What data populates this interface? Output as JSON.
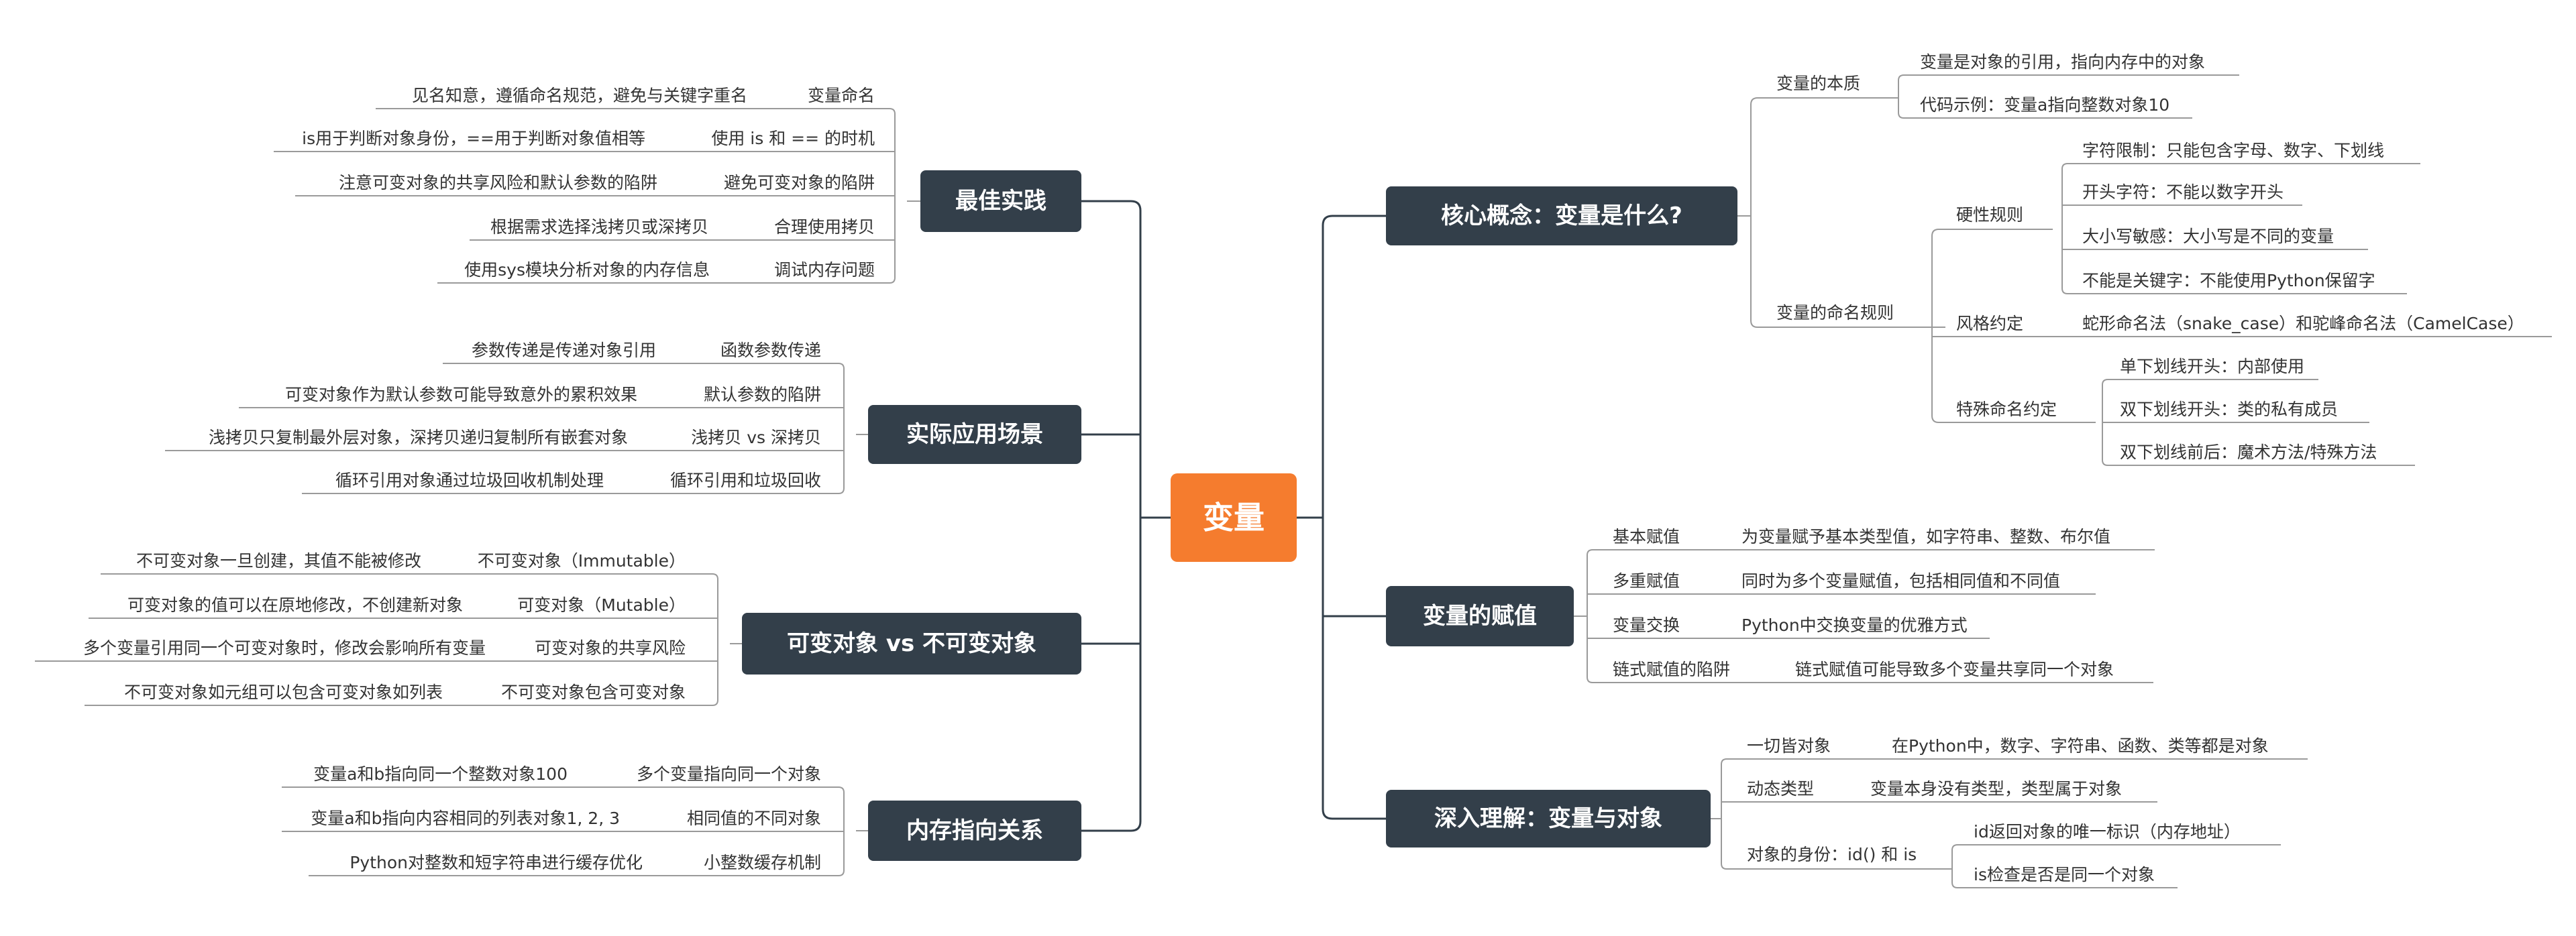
{
  "center": "变量",
  "right": [
    {
      "title": "核心概念：变量是什么?",
      "children": [
        {
          "label": "变量的本质",
          "children": [
            {
              "label": "变量是对象的引用，指向内存中的对象"
            },
            {
              "label": "代码示例：变量a指向整数对象10"
            }
          ]
        },
        {
          "label": "变量的命名规则",
          "children": [
            {
              "label": "硬性规则",
              "children": [
                {
                  "label": "字符限制：只能包含字母、数字、下划线"
                },
                {
                  "label": "开头字符：不能以数字开头"
                },
                {
                  "label": "大小写敏感：大小写是不同的变量"
                },
                {
                  "label": "不能是关键字：不能使用Python保留字"
                }
              ]
            },
            {
              "label": "风格约定",
              "children": [
                {
                  "label": "蛇形命名法（snake_case）和驼峰命名法（CamelCase）"
                }
              ]
            },
            {
              "label": "特殊命名约定",
              "children": [
                {
                  "label": "单下划线开头：内部使用"
                },
                {
                  "label": "双下划线开头：类的私有成员"
                },
                {
                  "label": "双下划线前后：魔术方法/特殊方法"
                }
              ]
            }
          ]
        }
      ]
    },
    {
      "title": "变量的赋值",
      "children": [
        {
          "label": "基本赋值",
          "children": [
            {
              "label": "为变量赋予基本类型值，如字符串、整数、布尔值"
            }
          ]
        },
        {
          "label": "多重赋值",
          "children": [
            {
              "label": "同时为多个变量赋值，包括相同值和不同值"
            }
          ]
        },
        {
          "label": "变量交换",
          "children": [
            {
              "label": "Python中交换变量的优雅方式"
            }
          ]
        },
        {
          "label": "链式赋值的陷阱",
          "children": [
            {
              "label": "链式赋值可能导致多个变量共享同一个对象"
            }
          ]
        }
      ]
    },
    {
      "title": "深入理解：变量与对象",
      "children": [
        {
          "label": "一切皆对象",
          "children": [
            {
              "label": "在Python中，数字、字符串、函数、类等都是对象"
            }
          ]
        },
        {
          "label": "动态类型",
          "children": [
            {
              "label": "变量本身没有类型，类型属于对象"
            }
          ]
        },
        {
          "label": "对象的身份：id() 和 is",
          "children": [
            {
              "label": "id返回对象的唯一标识（内存地址）"
            },
            {
              "label": "is检查是否是同一个对象"
            }
          ]
        }
      ]
    }
  ],
  "left": [
    {
      "title": "最佳实践",
      "children": [
        {
          "label": "变量命名",
          "children": [
            {
              "label": "见名知意，遵循命名规范，避免与关键字重名"
            }
          ]
        },
        {
          "label": "使用 is 和 == 的时机",
          "children": [
            {
              "label": "is用于判断对象身份，==用于判断对象值相等"
            }
          ]
        },
        {
          "label": "避免可变对象的陷阱",
          "children": [
            {
              "label": "注意可变对象的共享风险和默认参数的陷阱"
            }
          ]
        },
        {
          "label": "合理使用拷贝",
          "children": [
            {
              "label": "根据需求选择浅拷贝或深拷贝"
            }
          ]
        },
        {
          "label": "调试内存问题",
          "children": [
            {
              "label": "使用sys模块分析对象的内存信息"
            }
          ]
        }
      ]
    },
    {
      "title": "实际应用场景",
      "children": [
        {
          "label": "函数参数传递",
          "children": [
            {
              "label": "参数传递是传递对象引用"
            }
          ]
        },
        {
          "label": "默认参数的陷阱",
          "children": [
            {
              "label": "可变对象作为默认参数可能导致意外的累积效果"
            }
          ]
        },
        {
          "label": "浅拷贝 vs 深拷贝",
          "children": [
            {
              "label": "浅拷贝只复制最外层对象，深拷贝递归复制所有嵌套对象"
            }
          ]
        },
        {
          "label": "循环引用和垃圾回收",
          "children": [
            {
              "label": "循环引用对象通过垃圾回收机制处理"
            }
          ]
        }
      ]
    },
    {
      "title": "可变对象 vs 不可变对象",
      "children": [
        {
          "label": "不可变对象（Immutable）",
          "children": [
            {
              "label": "不可变对象一旦创建，其值不能被修改"
            }
          ]
        },
        {
          "label": "可变对象（Mutable）",
          "children": [
            {
              "label": "可变对象的值可以在原地修改，不创建新对象"
            }
          ]
        },
        {
          "label": "可变对象的共享风险",
          "children": [
            {
              "label": "多个变量引用同一个可变对象时，修改会影响所有变量"
            }
          ]
        },
        {
          "label": "不可变对象包含可变对象",
          "children": [
            {
              "label": "不可变对象如元组可以包含可变对象如列表"
            }
          ]
        }
      ]
    },
    {
      "title": "内存指向关系",
      "children": [
        {
          "label": "多个变量指向同一个对象",
          "children": [
            {
              "label": "变量a和b指向同一个整数对象100"
            }
          ]
        },
        {
          "label": "相同值的不同对象",
          "children": [
            {
              "label": "变量a和b指向内容相同的列表对象1, 2, 3"
            }
          ]
        },
        {
          "label": "小整数缓存机制",
          "children": [
            {
              "label": "Python对整数和短字符串进行缓存优化"
            }
          ]
        }
      ]
    }
  ],
  "colors": {
    "center": "#f57c2e",
    "main": "#333f4a",
    "line": "#333f4a",
    "leafLine": "#9a9a9a"
  }
}
